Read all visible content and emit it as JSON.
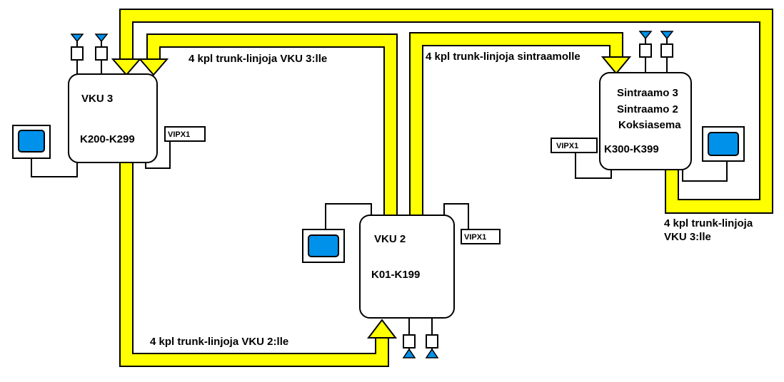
{
  "colors": {
    "trunk_fill": "#ffff00",
    "trunk_outline": "#000000",
    "screen_blue": "#0091ea",
    "background": "#ffffff"
  },
  "nodes": {
    "vku3": {
      "title": "VKU 3",
      "range": "K200-K299",
      "vipx": "VIPX1"
    },
    "vku2": {
      "title": "VKU 2",
      "range": "K01-K199",
      "vipx": "VIPX1"
    },
    "sintraamo": {
      "lines": [
        "Sintraamo 3",
        "Sintraamo 2",
        "Koksiasema"
      ],
      "range": "K300-K399",
      "vipx": "VIPX1"
    }
  },
  "trunk_labels": {
    "to_vku3_top": "4 kpl trunk-linjoja VKU 3:lle",
    "to_sintraamo": "4 kpl trunk-linjoja sintraamolle",
    "to_vku2": "4  kpl trunk-linjoja VKU 2:lle",
    "right_line1": "4 kpl trunk-linjoja",
    "right_line2": "VKU 3:lle"
  },
  "icons": {
    "terminal": "computer-terminal-icon",
    "antenna": "antenna-icon",
    "arrow": "arrow-head-icon"
  }
}
